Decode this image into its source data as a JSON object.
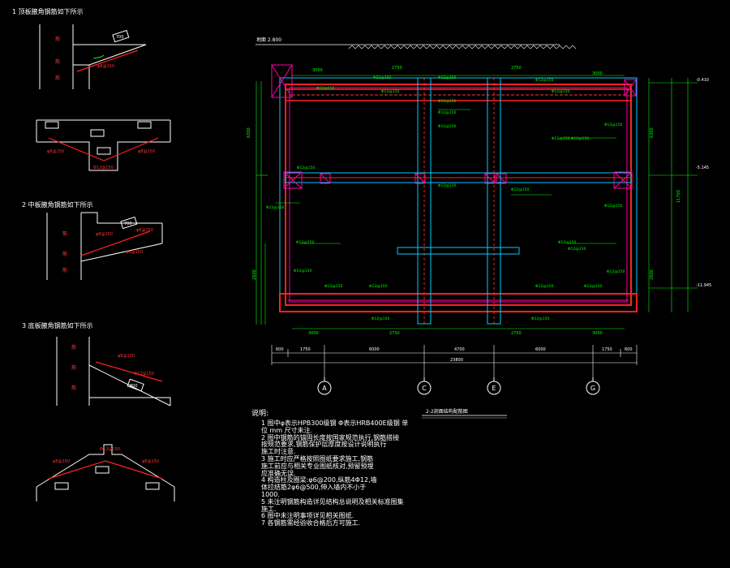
{
  "side_details": [
    {
      "title": "1 顶板腋角钢筋如下所示"
    },
    {
      "title": "2 中板腋角钢筋如下所示"
    },
    {
      "title": "3 底板腋角钢筋如下所示"
    }
  ],
  "section": {
    "top_elevation_label": "地面 2.800",
    "title": "2-2剖面结构配筋图",
    "axes": [
      "A",
      "C",
      "E",
      "G"
    ],
    "span_labels": [
      "2750",
      "2750"
    ],
    "total_dim": "23800",
    "right_elevations": [
      "-0.410",
      "-5.145",
      "-11.945"
    ]
  },
  "notes": {
    "heading": "说明:",
    "lines": [
      "1 图中φ表示HPB300级钢 Φ表示HRB400E级钢 单",
      "  位 mm 尺寸未注.",
      "2 图中钢筋的锚固长度按国家规范执行,钢筋搭接",
      "  按规范要求,钢筋保护层厚度按设计说明执行",
      "  施工时注意.",
      "3 施工时应严格按照图纸要求施工,钢筋",
      "  施工前应与相关专业图纸核对,预留预埋",
      "  应准确无误.",
      "4 构造柱及圈梁:φ6@200,纵筋4Φ12,墙",
      "  体拉结筋2φ6@500,伸入墙内不小于",
      "  1000.",
      "5 未注明钢筋构造详见结构总说明及相关标准图集",
      "  施工.",
      "6 图中未注明事项详见相关图纸.",
      "7 各钢筋需经验收合格后方可施工."
    ]
  }
}
